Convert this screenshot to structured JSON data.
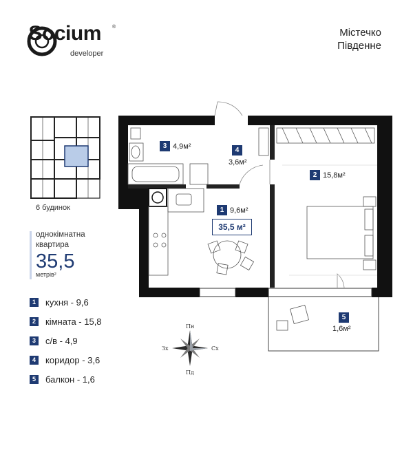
{
  "brand": {
    "name": "Socium",
    "sub": "developer",
    "reg": "®"
  },
  "city": {
    "line1": "Містечко",
    "line2": "Південне"
  },
  "building": {
    "label": "6 будинок"
  },
  "apartment": {
    "type_line1": "однокімнатна",
    "type_line2": "квартира",
    "area": "35,5",
    "unit": "метрів²",
    "total_label": "35,5 м²"
  },
  "rooms": [
    {
      "num": "1",
      "area": "9,6м²"
    },
    {
      "num": "2",
      "area": "15,8м²"
    },
    {
      "num": "3",
      "area": "4,9м²"
    },
    {
      "num": "4",
      "area": "3,6м²"
    },
    {
      "num": "5",
      "area": "1,6м²"
    }
  ],
  "legend": [
    {
      "num": "1",
      "text": "кухня - 9,6"
    },
    {
      "num": "2",
      "text": "кімната - 15,8"
    },
    {
      "num": "3",
      "text": "с/в - 4,9"
    },
    {
      "num": "4",
      "text": "коридор - 3,6"
    },
    {
      "num": "5",
      "text": "балкон - 1,6"
    }
  ],
  "compass": {
    "north": "Пн",
    "south": "Пд",
    "east": "Сх",
    "west": "Зх"
  },
  "colors": {
    "accent": "#1e3a72",
    "highlight": "#b9cce8",
    "wall": "#111111"
  }
}
